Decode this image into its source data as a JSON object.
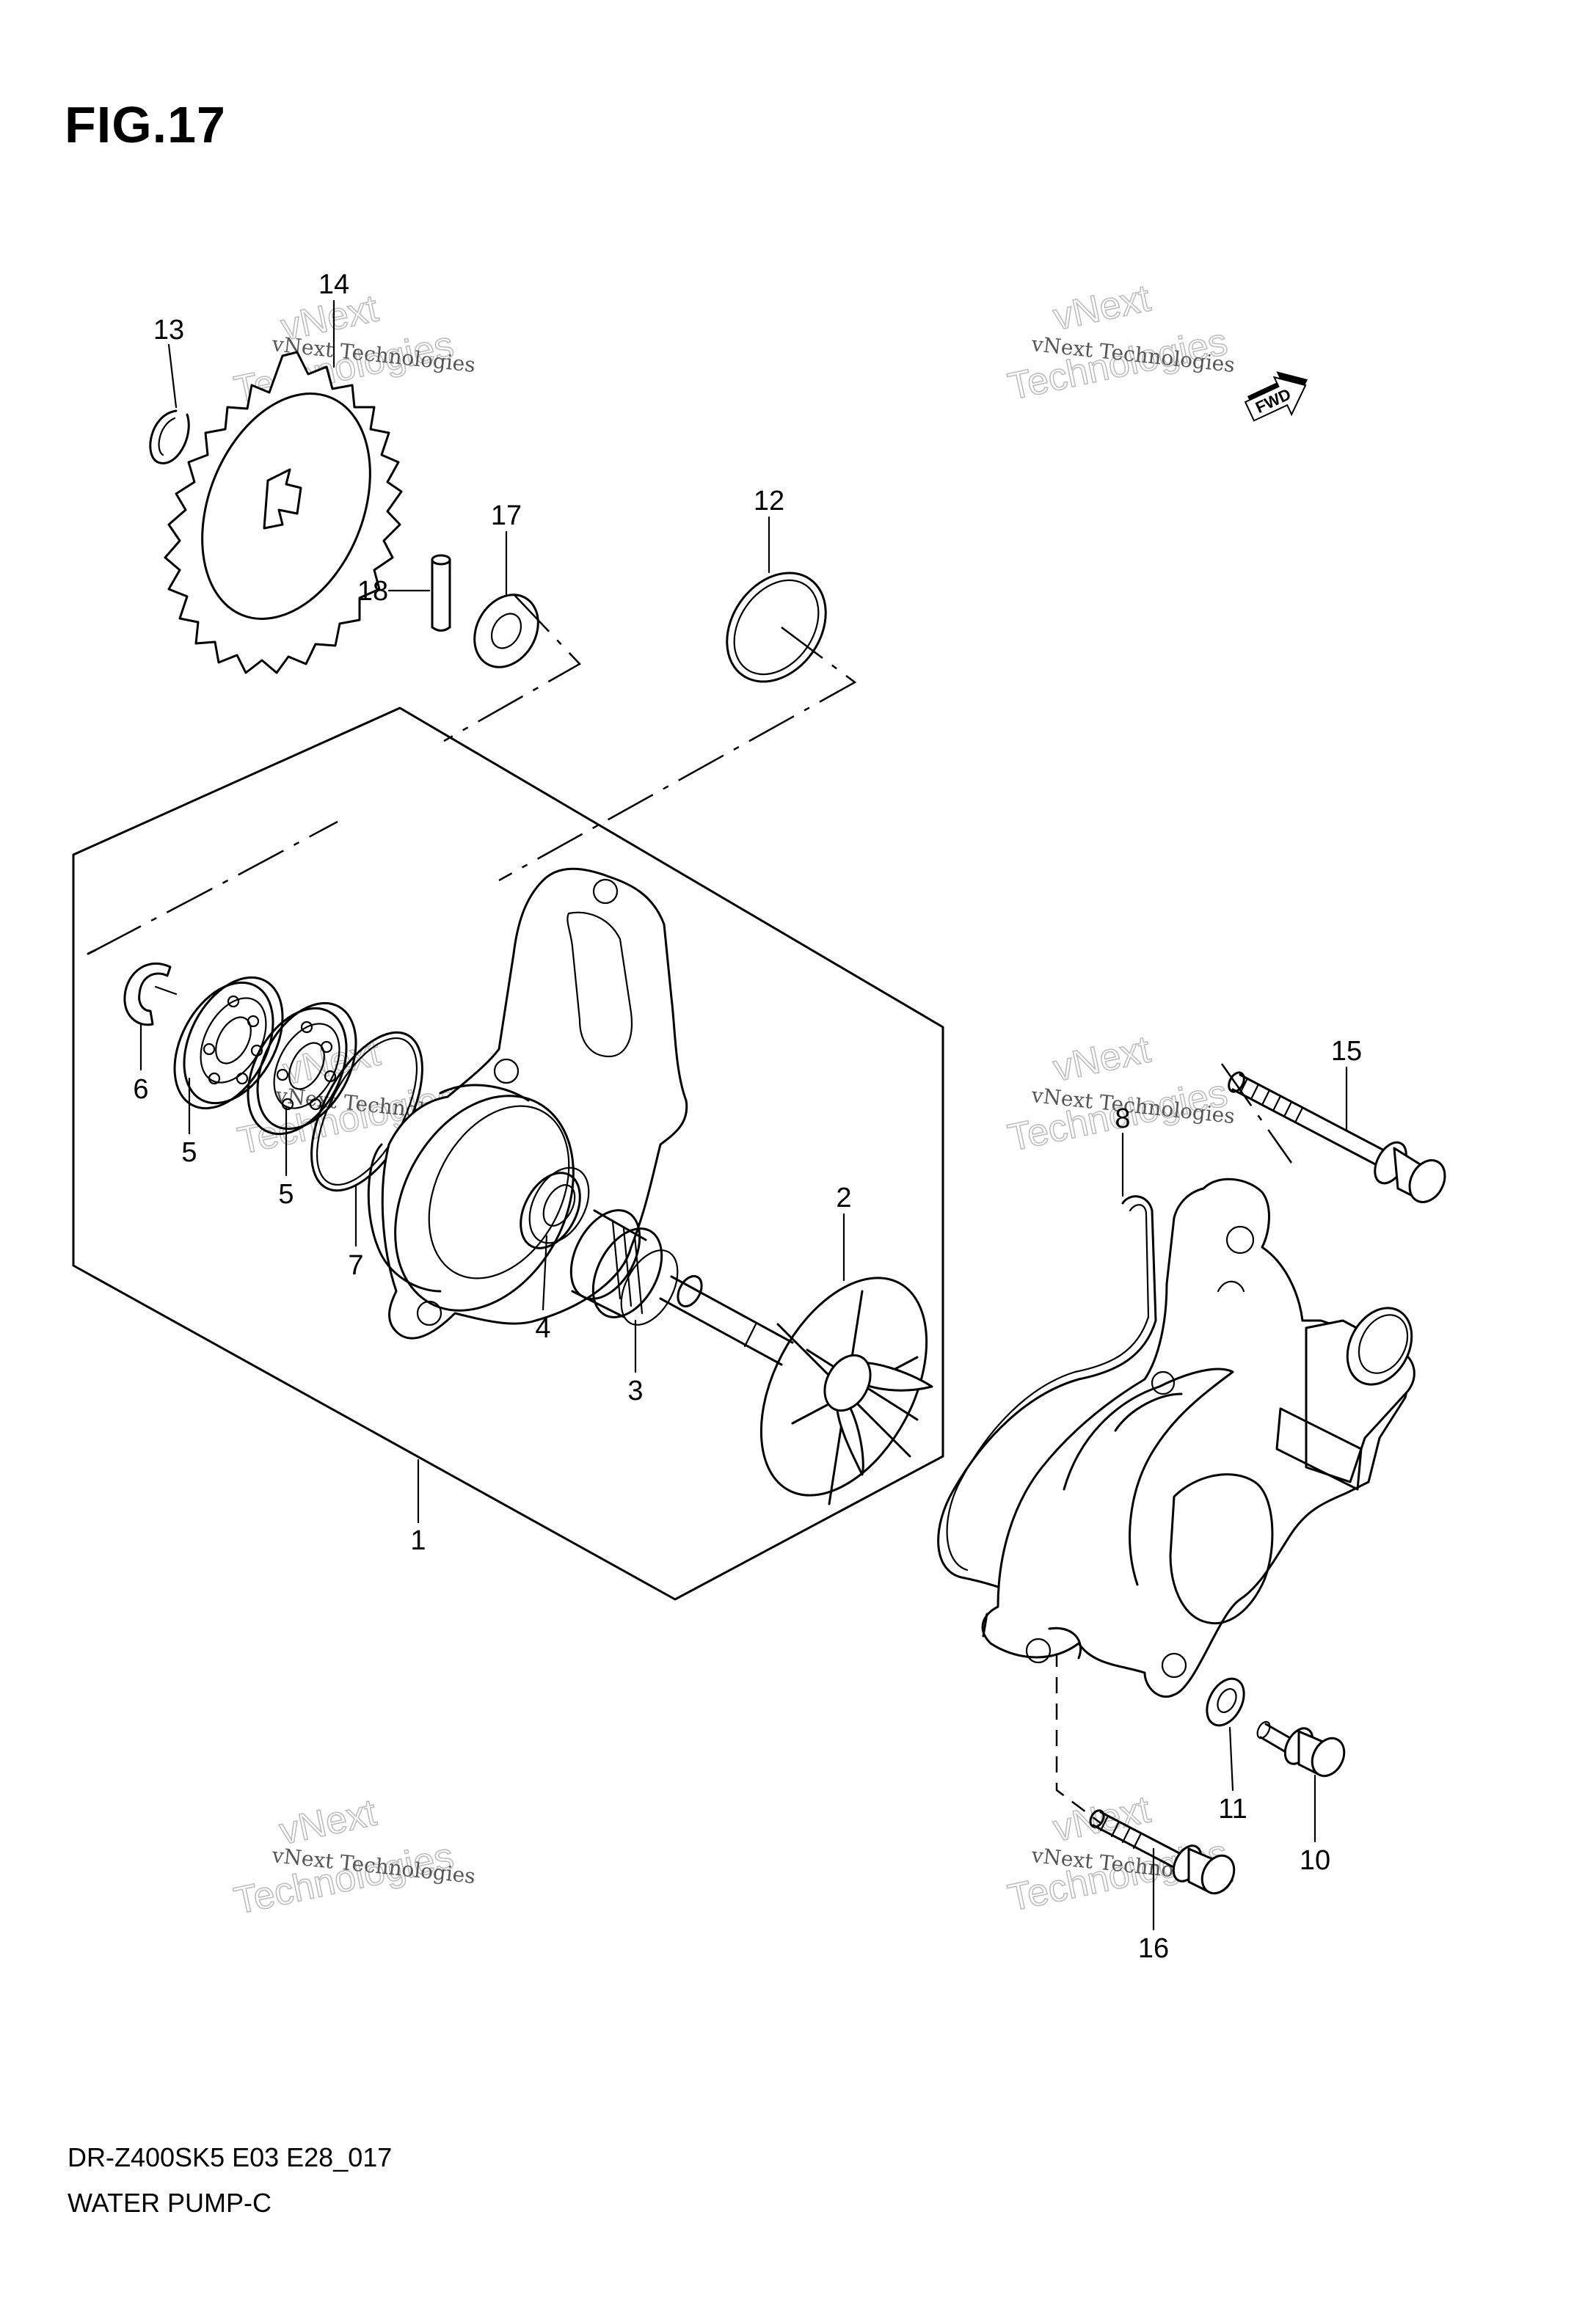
{
  "figure": {
    "title": "FIG.17"
  },
  "caption": {
    "code": "DR-Z400SK5 E03 E28_017",
    "name": "WATER PUMP-C"
  },
  "direction_badge": "FWD",
  "watermark": {
    "line1": "vNext Technologies",
    "line2": "vNext",
    "line3": "Technologies"
  },
  "callouts": [
    "1",
    "2",
    "3",
    "4",
    "5",
    "5",
    "6",
    "7",
    "8",
    "10",
    "11",
    "12",
    "13",
    "14",
    "15",
    "16",
    "17",
    "18"
  ]
}
